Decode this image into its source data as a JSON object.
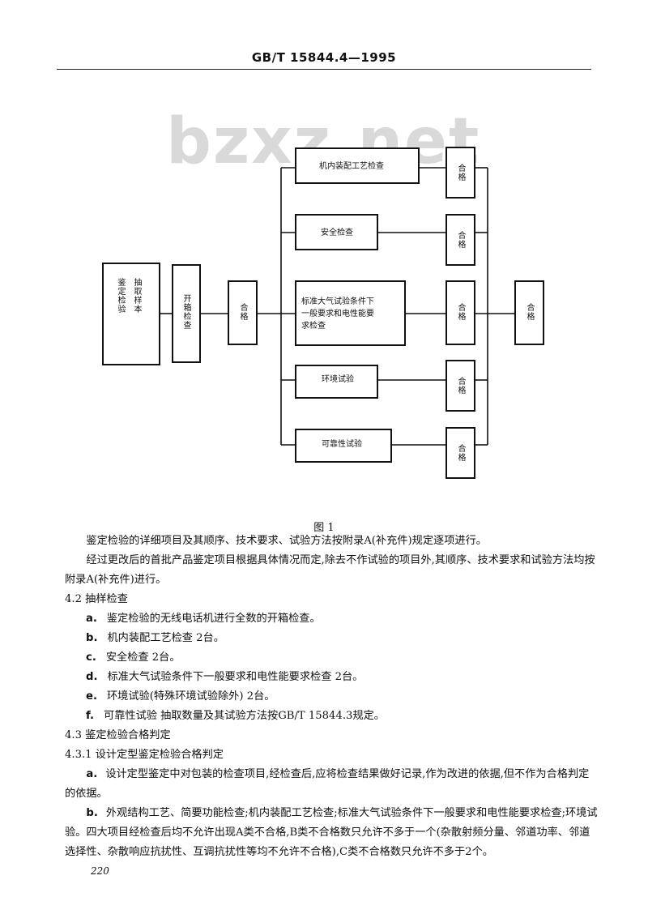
{
  "header": {
    "standard_number": "GB/T 15844.4—1995"
  },
  "watermark": "bzxz.net",
  "flowchart": {
    "start_box": {
      "col1": "鉴定检验",
      "col2": "抽取样本"
    },
    "unpack_box": "开箱检查",
    "pass_first": "合格",
    "checks": [
      {
        "label": "机内装配工艺检查",
        "pass": "合格"
      },
      {
        "label": "安全检查",
        "pass": "合格"
      },
      {
        "label_lines": [
          "标准大气试验条件下",
          "一般要求和电性能要",
          "求检查"
        ],
        "pass": "合格"
      },
      {
        "label": "环境试验",
        "pass": "合格"
      },
      {
        "label": "可靠性试验",
        "pass": "合格"
      }
    ],
    "final_pass": "合格"
  },
  "figure_caption": "图 1",
  "body": {
    "para1": "鉴定检验的详细项目及其顺序、技术要求、试验方法按附录A(补充件)规定逐项进行。",
    "para2": "经过更改后的首批产品鉴定项目根据具体情况而定,除去不作试验的项目外,其顺序、技术要求和试验方法均按附录A(补充件)进行。",
    "section_4_2": "4.2  抽样检查",
    "items_4_2": [
      {
        "mark": "a.",
        "text": "鉴定检验的无线电话机进行全数的开箱检查。"
      },
      {
        "mark": "b.",
        "text": "机内装配工艺检查  2台。"
      },
      {
        "mark": "c.",
        "text": "安全检查  2台。"
      },
      {
        "mark": "d.",
        "text": "标准大气试验条件下一般要求和电性能要求检查  2台。"
      },
      {
        "mark": "e.",
        "text": "环境试验(特殊环境试验除外)  2台。"
      },
      {
        "mark": "f.",
        "text": "可靠性试验  抽取数量及其试验方法按GB/T 15844.3规定。"
      }
    ],
    "section_4_3": "4.3  鉴定检验合格判定",
    "section_4_3_1": "4.3.1  设计定型鉴定检验合格判定",
    "item_a_mark": "a.",
    "item_a_text": "设计定型鉴定中对包装的检查项目,经检查后,应将检查结果做好记录,作为改进的依据,但不作为合格判定的依据。",
    "item_b_mark": "b.",
    "item_b_text": "外观结构工艺、简要功能检查;机内装配工艺检查;标准大气试验条件下一般要求和电性能要求检查;环境试验。四大项目经检查后均不允许出现A类不合格,B类不合格数只允许不多于一个(杂散射频分量、邻道功率、邻道选择性、杂散响应抗扰性、互调抗扰性等均不允许不合格),C类不合格数只允许不多于2个。"
  },
  "page_number": "220"
}
